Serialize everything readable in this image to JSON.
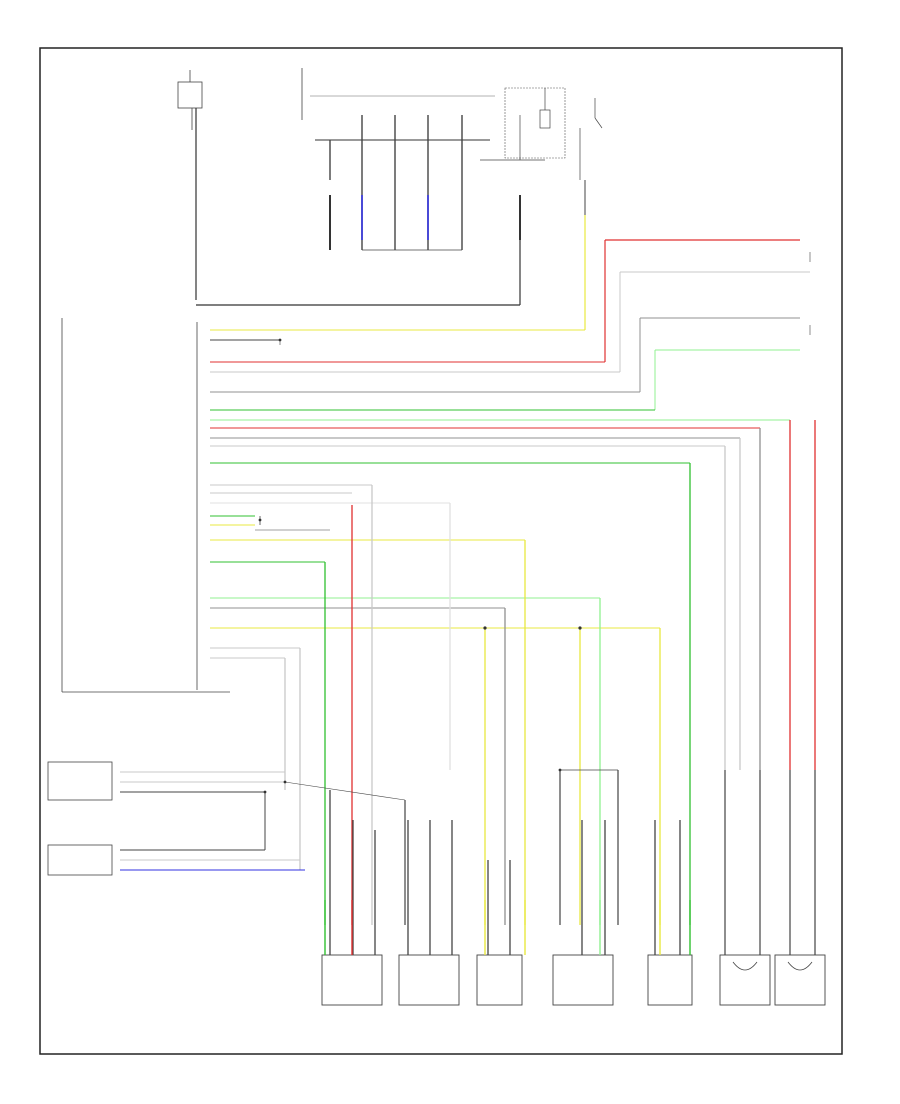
{
  "diagram": {
    "title": "",
    "wire_colors": {
      "red": "#e03030",
      "yellow": "#e8e840",
      "green": "#30c030",
      "lightgreen": "#90f090",
      "blue": "#3030e0",
      "gray": "#909090",
      "black": "#303030",
      "lightgray": "#c8c8c8"
    },
    "module_label": "",
    "bottom_left_code": "",
    "connectors_bottom": [
      {
        "id": "c1",
        "label": ""
      },
      {
        "id": "c2",
        "label": ""
      },
      {
        "id": "c3",
        "label": ""
      },
      {
        "id": "c4",
        "label": ""
      },
      {
        "id": "c5",
        "label": ""
      },
      {
        "id": "c6",
        "label": ""
      },
      {
        "id": "c7",
        "label": ""
      }
    ]
  }
}
